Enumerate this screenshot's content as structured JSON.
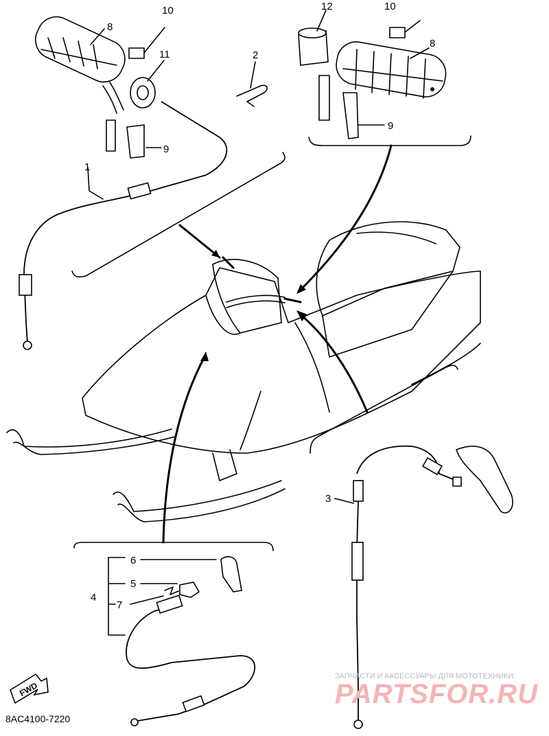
{
  "callouts": [
    {
      "key": "c1",
      "text": "1"
    },
    {
      "key": "c2",
      "text": "2"
    },
    {
      "key": "c3",
      "text": "3"
    },
    {
      "key": "c4",
      "text": "4"
    },
    {
      "key": "c5",
      "text": "5"
    },
    {
      "key": "c6",
      "text": "6"
    },
    {
      "key": "c7",
      "text": "7"
    },
    {
      "key": "c8a",
      "text": "8"
    },
    {
      "key": "c8b",
      "text": "8"
    },
    {
      "key": "c9a",
      "text": "9"
    },
    {
      "key": "c9b",
      "text": "9"
    },
    {
      "key": "c10a",
      "text": "10"
    },
    {
      "key": "c10b",
      "text": "10"
    },
    {
      "key": "c11",
      "text": "11"
    },
    {
      "key": "c12",
      "text": "12"
    }
  ],
  "direction_badge": "FWD",
  "diagram_code": "8AC4100-7220",
  "watermark": {
    "caption": "ЗАПЧАСТИ И АКСЕССУАРЫ ДЛЯ МОТОТЕХНИКИ",
    "brand": "PARTSFOR.RU"
  },
  "colors": {
    "line": "#000000",
    "background": "#ffffff",
    "watermark_brand": "#f4b4b4",
    "watermark_caption": "#b9b9b9"
  }
}
